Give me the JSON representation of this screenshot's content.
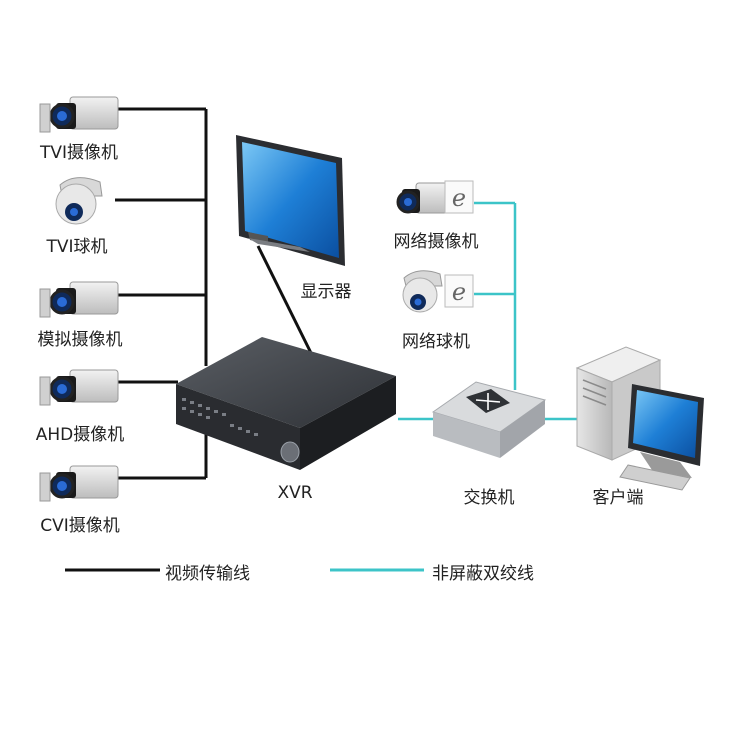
{
  "diagram": {
    "labels": {
      "tvi_camera": "TVI摄像机",
      "tvi_dome": "TVI球机",
      "analog_camera": "模拟摄像机",
      "ahd_camera": "AHD摄像机",
      "cvi_camera": "CVI摄像机",
      "monitor": "显示器",
      "xvr": "XVR",
      "ip_camera": "网络摄像机",
      "ip_dome": "网络球机",
      "switch": "交换机",
      "client": "客户端"
    },
    "legend": {
      "video_cable": "视频传输线",
      "utp_cable": "非屏蔽双绞线"
    },
    "colors": {
      "video_cable": "#111111",
      "utp_cable": "#3cc4c8",
      "screen_blue": "#1e7fd6",
      "device_dark": "#3a3d42"
    }
  }
}
